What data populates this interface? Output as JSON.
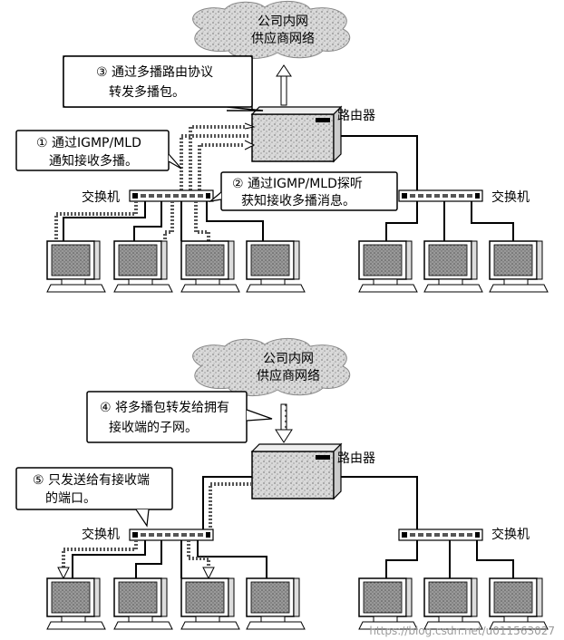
{
  "top": {
    "cloud_line1": "公司内网",
    "cloud_line2": "供应商网络",
    "router_label": "路由器",
    "switch_left_label": "交换机",
    "switch_right_label": "交换机",
    "callout3_line1": "③ 通过多播路由协议",
    "callout3_line2": "转发多播包。",
    "callout1_line1": "① 通过IGMP/MLD",
    "callout1_line2": "通知接收多播。",
    "callout2_line1": "② 通过IGMP/MLD探听",
    "callout2_line2": "获知接收多播消息。"
  },
  "bottom": {
    "cloud_line1": "公司内网",
    "cloud_line2": "供应商网络",
    "router_label": "路由器",
    "switch_left_label": "交换机",
    "switch_right_label": "交换机",
    "callout4_line1": "④ 将多播包转发给拥有",
    "callout4_line2": "接收端的子网。",
    "callout5_line1": "⑤ 只发送给有接收端",
    "callout5_line2": "的端口。"
  },
  "watermark": "https://blog.csdn.net/u011563027",
  "colors": {
    "line": "#000000",
    "speckle": "#bdbdbd",
    "screen": "#8a8a8a"
  }
}
